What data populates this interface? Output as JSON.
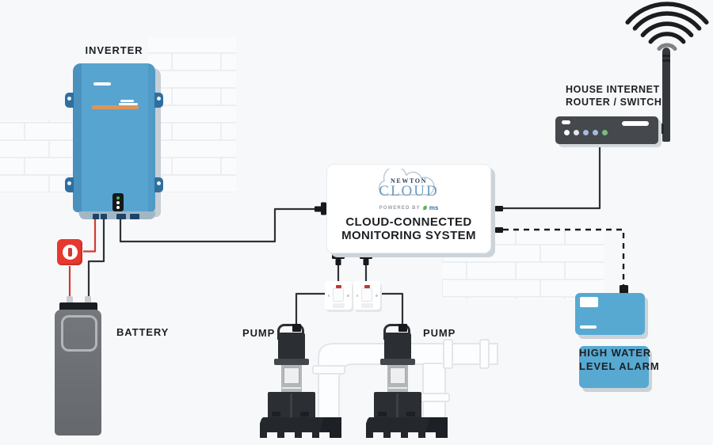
{
  "diagram_type": "cloud-connected sump pump monitoring system illustration",
  "labels": {
    "inverter": "INVERTER",
    "battery": "BATTERY",
    "pump_left": "PUMP",
    "pump_right": "PUMP",
    "router_line1": "HOUSE INTERNET",
    "router_line2": "ROUTER / SWITCH",
    "alarm_line1": "HIGH WATER",
    "alarm_line2": "LEVEL ALARM"
  },
  "monitor": {
    "logo_top": "NEWTON",
    "logo_main": "CLOUD",
    "powered_by": "POWERED BY",
    "powered_brand": "ms",
    "title_line1": "CLOUD-CONNECTED",
    "title_line2": "MONITORING SYSTEM"
  },
  "icons": {
    "wifi-icon": "four black signal arcs plus small gray arc above antenna",
    "power-switch-icon": "white circle with red I bar on red disconnect box",
    "led-indicator-icon": "green/white LED strip on inverter",
    "router-leds": "five status dots: white, white, blue, blue, green"
  },
  "colors": {
    "background": "#f7f8fa",
    "brick_line": "#e8ebee",
    "inverter_blue": "#58a4d0",
    "inverter_orange": "#d9975a",
    "alarm_blue": "#57a9d2",
    "router_gray": "#45484d",
    "pump_dark": "#2b2e32",
    "battery_gray": "#6b7074",
    "switch_red": "#e6382e",
    "wire_dark": "#2f3236",
    "wire_red": "#d63a30",
    "led_green": "#3fbf5a",
    "logo_navy": "#27405f",
    "logo_blue": "#6d9dc0"
  }
}
